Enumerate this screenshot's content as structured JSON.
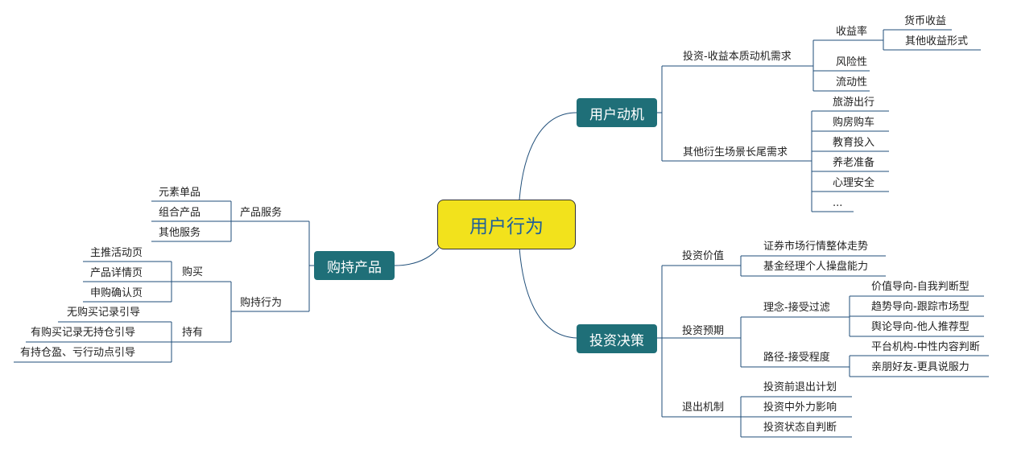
{
  "root": "用户行为",
  "motive": {
    "label": "用户动机",
    "invest_need": "投资-收益本质动机需求",
    "yield_rate": "收益率",
    "currency_yield": "货币收益",
    "other_yield": "其他收益形式",
    "risk": "风险性",
    "liquidity": "流动性",
    "derived_need": "其他衍生场景长尾需求",
    "scenes": [
      "旅游出行",
      "购房购车",
      "教育投入",
      "养老准备",
      "心理安全",
      "..."
    ]
  },
  "decision": {
    "label": "投资决策",
    "value": "投资价值",
    "value_items": [
      "证券市场行情整体走势",
      "基金经理个人操盘能力"
    ],
    "expect": "投资预期",
    "concept": "理念-接受过滤",
    "concept_items": [
      "价值导向-自我判断型",
      "趋势导向-跟踪市场型",
      "舆论导向-他人推荐型"
    ],
    "path": "路径-接受程度",
    "path_items": [
      "平台机构-中性内容判断",
      "亲朋好友-更具说服力"
    ],
    "exit": "退出机制",
    "exit_items": [
      "投资前退出计划",
      "投资中外力影响",
      "投资状态自判断"
    ]
  },
  "hold": {
    "label": "购持产品",
    "service": "产品服务",
    "service_items": [
      "元素单品",
      "组合产品",
      "其他服务"
    ],
    "behavior": "购持行为",
    "buy": "购买",
    "buy_items": [
      "主推活动页",
      "产品详情页",
      "申购确认页"
    ],
    "own": "持有",
    "own_items": [
      "无购买记录引导",
      "有购买记录无持仓引导",
      "有持仓盈、亏行动点引导"
    ]
  },
  "colors": {
    "root_fill": "#f2e21c",
    "root_text": "#1f5f9a",
    "branch_fill": "#1f6f78",
    "line": "#1f4e79"
  }
}
